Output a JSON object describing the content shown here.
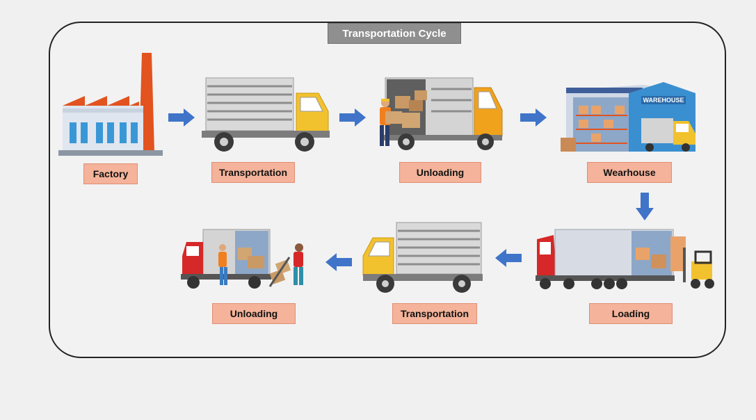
{
  "diagram": {
    "title": "Transportation Cycle",
    "stages": [
      {
        "label": "Factory",
        "icon": "factory-icon"
      },
      {
        "label": "Transportation",
        "icon": "truck-icon"
      },
      {
        "label": "Unloading",
        "icon": "unloading-truck-icon"
      },
      {
        "label": "Wearhouse",
        "icon": "warehouse-icon"
      },
      {
        "label": "Loading",
        "icon": "trailer-loading-icon"
      },
      {
        "label": "Transportation",
        "icon": "truck-icon"
      },
      {
        "label": "Unloading",
        "icon": "delivery-unloading-icon"
      }
    ],
    "warehouse_sign": "WAREHOUSE",
    "colors": {
      "label_fill": "#f4b39a",
      "arrow": "#3f74c9",
      "title_fill": "#8f8f8f"
    }
  }
}
